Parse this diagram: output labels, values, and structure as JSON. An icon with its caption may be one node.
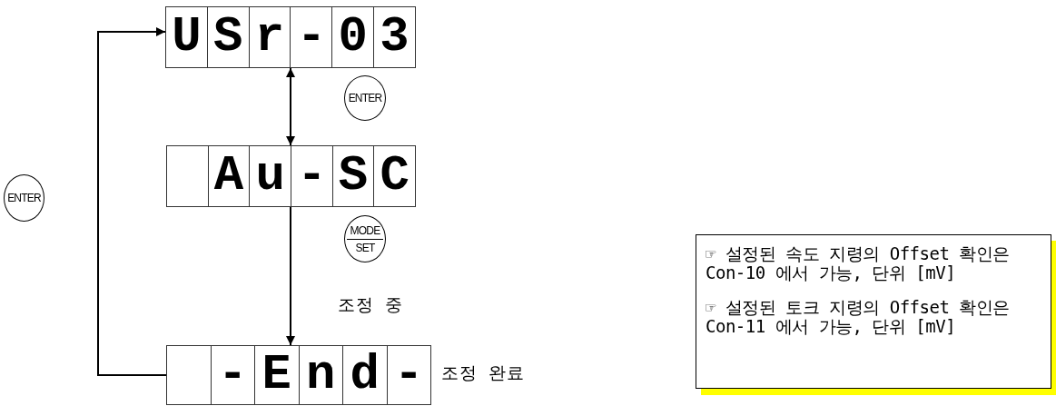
{
  "diagram": {
    "nodes": [
      {
        "text": [
          "USr-03"
        ]
      },
      {
        "text": [
          "Au-SC"
        ]
      },
      {
        "text": [
          "-End-"
        ],
        "beside": [
          "조정 완료"
        ]
      },
      {
        "text": [
          "ENTER"
        ]
      },
      {
        "text": [
          "MODE",
          "SET"
        ],
        "beside": [
          "조정 중"
        ]
      },
      {
        "text": [
          "ENTER"
        ]
      },
      {
        "text": [
          "☞ 설정된 속도 지령의 Offset 확인은 Con-10 에서 가능, 단위 [mV]",
          "☞ 설정된 토크 지령의 Offset 확인은 Con-11 에서 가능, 단위 [mV]"
        ]
      }
    ],
    "edges": [
      {
        "from": 0,
        "to": 1,
        "arrow": "both"
      },
      {
        "from": 1,
        "to": 2,
        "arrow": "to"
      },
      {
        "from": 2,
        "to": 0,
        "arrow": "to"
      }
    ]
  }
}
